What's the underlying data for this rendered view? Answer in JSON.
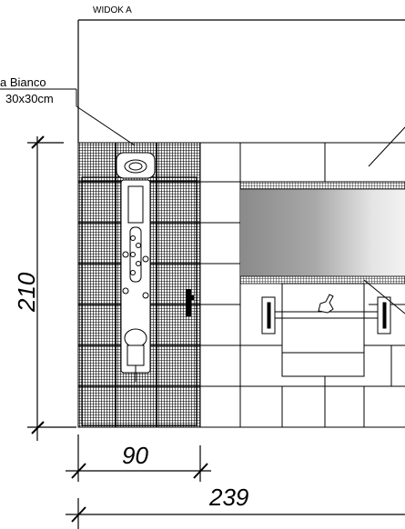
{
  "drawing": {
    "view_title": "WIDOK A",
    "tile_label_line1": "a Bianco",
    "tile_label_line2": "30x30cm"
  },
  "dimensions": {
    "height": "210",
    "shower_width": "90",
    "total_width": "239"
  }
}
